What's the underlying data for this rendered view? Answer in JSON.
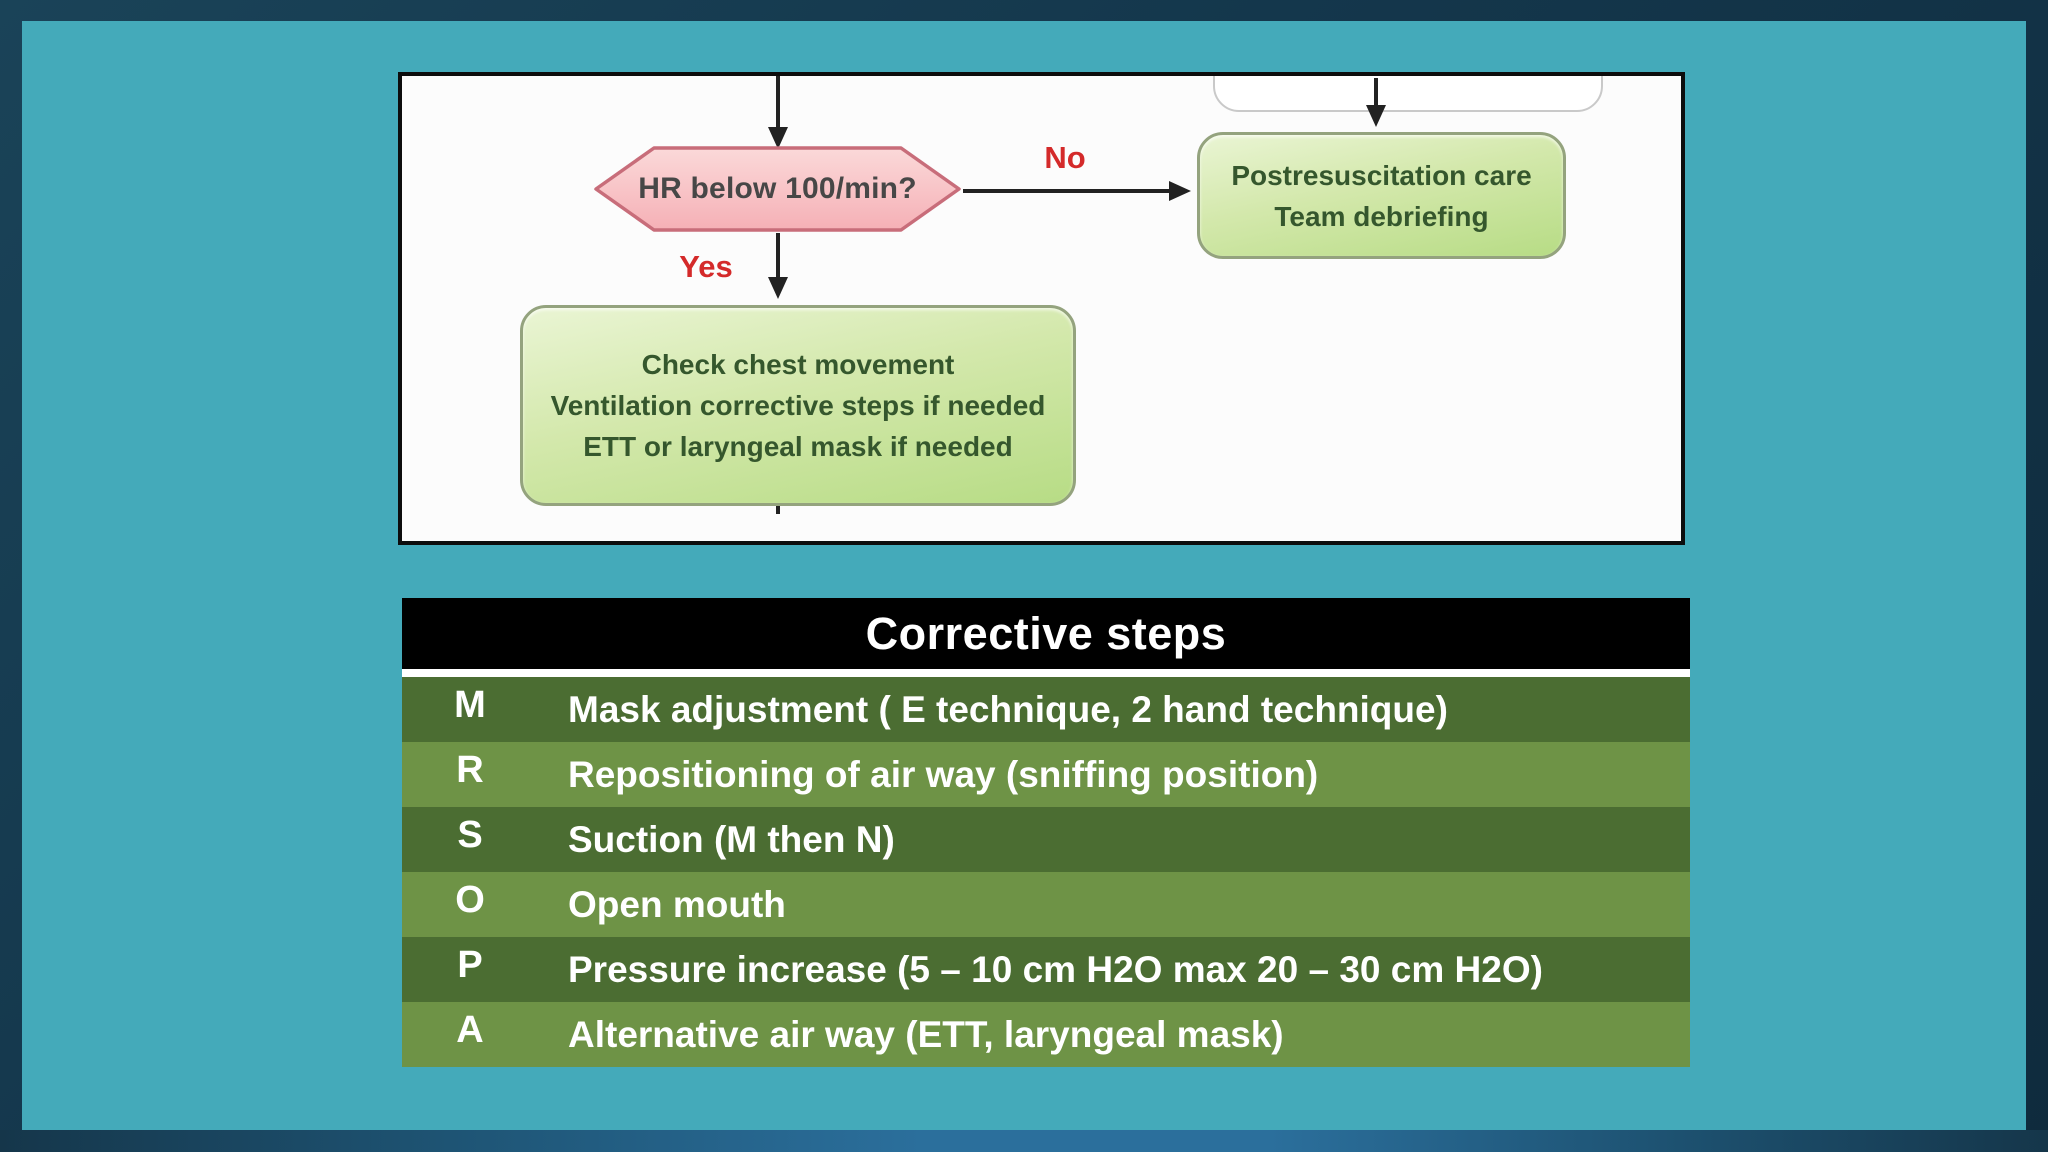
{
  "flowchart": {
    "decision_label": "HR below 100/min?",
    "no_label": "No",
    "yes_label": "Yes",
    "post_box": {
      "line1": "Postresuscitation care",
      "line2": "Team debriefing"
    },
    "check_box": {
      "line1": "Check chest movement",
      "line2": "Ventilation corrective steps if needed",
      "line3": "ETT or laryngeal mask if needed"
    }
  },
  "table": {
    "title": "Corrective steps",
    "rows": [
      {
        "letter": "M",
        "text": "Mask adjustment ( E technique, 2 hand technique)"
      },
      {
        "letter": "R",
        "text": "Repositioning of air way (sniffing position)"
      },
      {
        "letter": "S",
        "text": "Suction (M then N)"
      },
      {
        "letter": "O",
        "text": "Open mouth"
      },
      {
        "letter": "P",
        "text": "Pressure increase (5 – 10 cm H2O max 20 – 30 cm H2O)"
      },
      {
        "letter": "A",
        "text": "Alternative air way (ETT, laryngeal mask)"
      }
    ]
  },
  "colors": {
    "slide_background": "#44aaba",
    "frame_navy": "#14374c",
    "bottom_accent_blue": "#2b6f9c",
    "row_dark_green": "#4b6d32",
    "row_light_green": "#6e9346",
    "header_black": "#000000",
    "node_green_fill": "#c9e49d",
    "decision_pink_fill": "#f7bcbf",
    "decision_pink_border": "#c86d7a",
    "label_red": "#d42a2a",
    "arrow_black": "#222222"
  }
}
